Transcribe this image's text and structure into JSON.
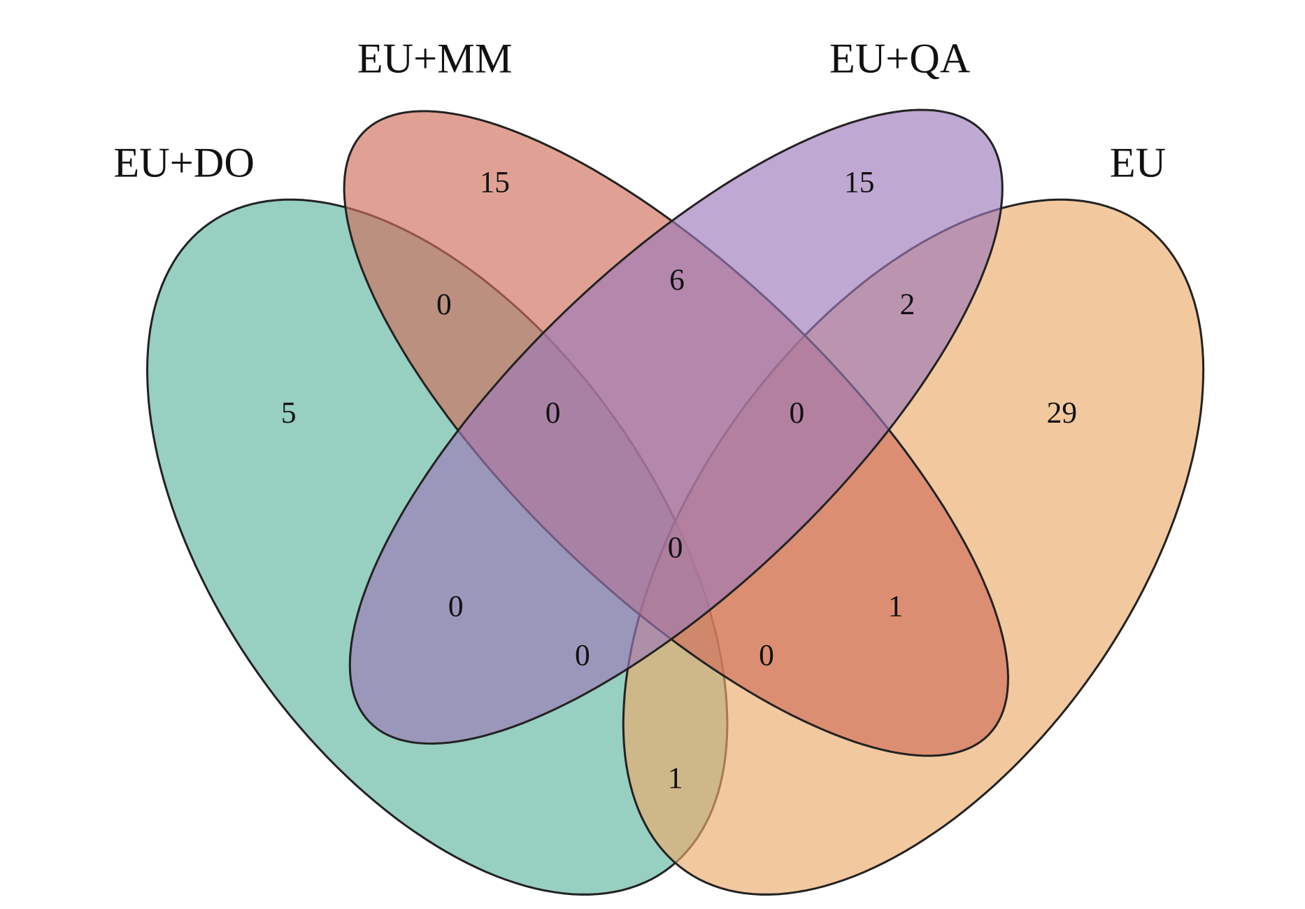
{
  "sets": [
    {
      "name": "EU+DO",
      "color": "#5fb5a0"
    },
    {
      "name": "EU+MM",
      "color": "#cf6e5a"
    },
    {
      "name": "EU+QA",
      "color": "#9c7ab8"
    },
    {
      "name": "EU",
      "color": "#ebab6c"
    }
  ],
  "regions": {
    "only_do": "5",
    "only_mm": "15",
    "only_qa": "15",
    "only_eu": "29",
    "do_mm": "0",
    "mm_qa": "6",
    "qa_eu": "2",
    "do_mm_qa": "0",
    "mm_qa_eu": "0",
    "all": "0",
    "do_qa": "0",
    "mm_eu": "1",
    "do_qa_eu": "0",
    "do_mm_eu": "0",
    "do_eu": "1"
  }
}
